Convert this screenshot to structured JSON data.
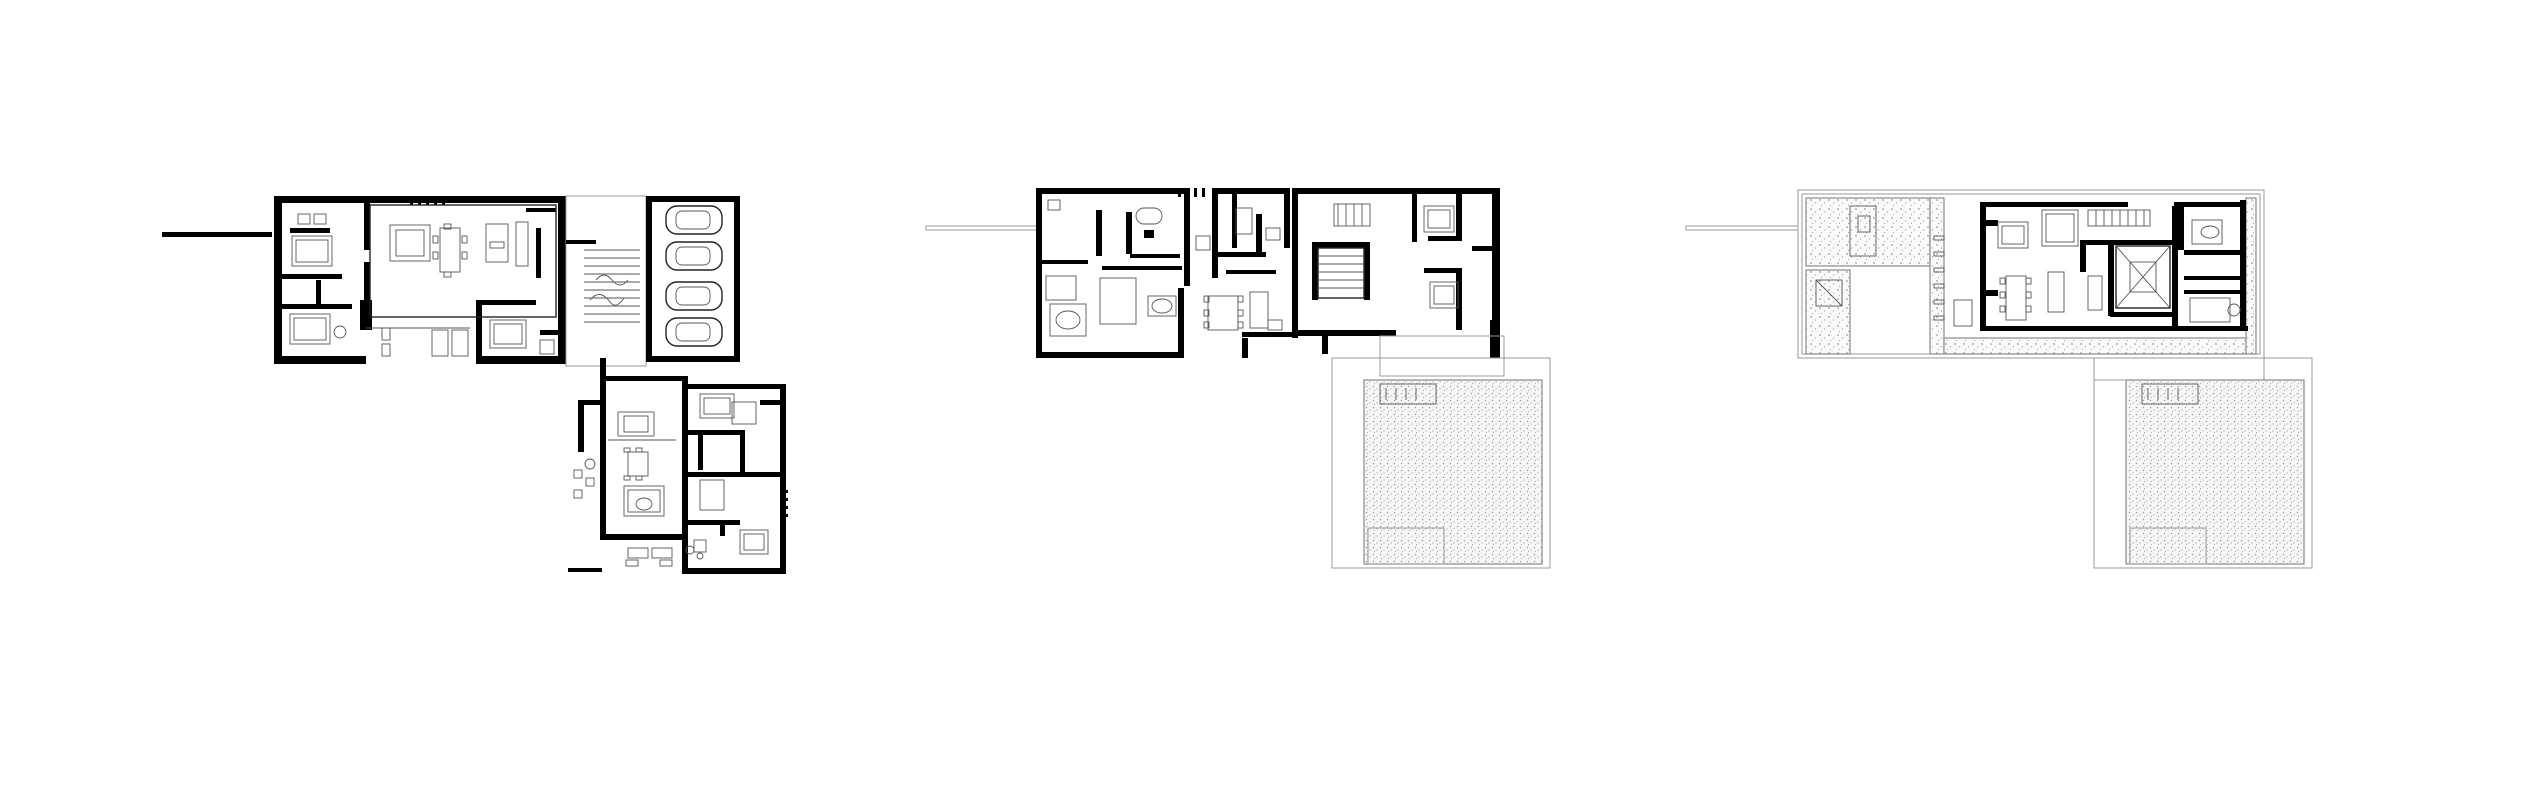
{
  "sheet": {
    "background": "#ffffff",
    "line_color": "#000000",
    "hatch_color": "#9a9a9a"
  },
  "plans": [
    {
      "id": "ground-floor",
      "rooms": [
        "living",
        "dining",
        "kitchen",
        "bedroom",
        "bedroom",
        "bath",
        "bath",
        "garage",
        "stair",
        "bedroom",
        "bedroom",
        "terrace"
      ],
      "cars": 4
    },
    {
      "id": "first-floor",
      "rooms": [
        "bath",
        "bedroom",
        "bedroom",
        "living",
        "dining",
        "kitchen",
        "stair",
        "bath",
        "bedroom"
      ],
      "pool": true
    },
    {
      "id": "roof-floor",
      "rooms": [
        "living",
        "dining",
        "kitchen",
        "courtyard",
        "bath",
        "stair"
      ],
      "pool": true,
      "roof_garden": true
    }
  ]
}
